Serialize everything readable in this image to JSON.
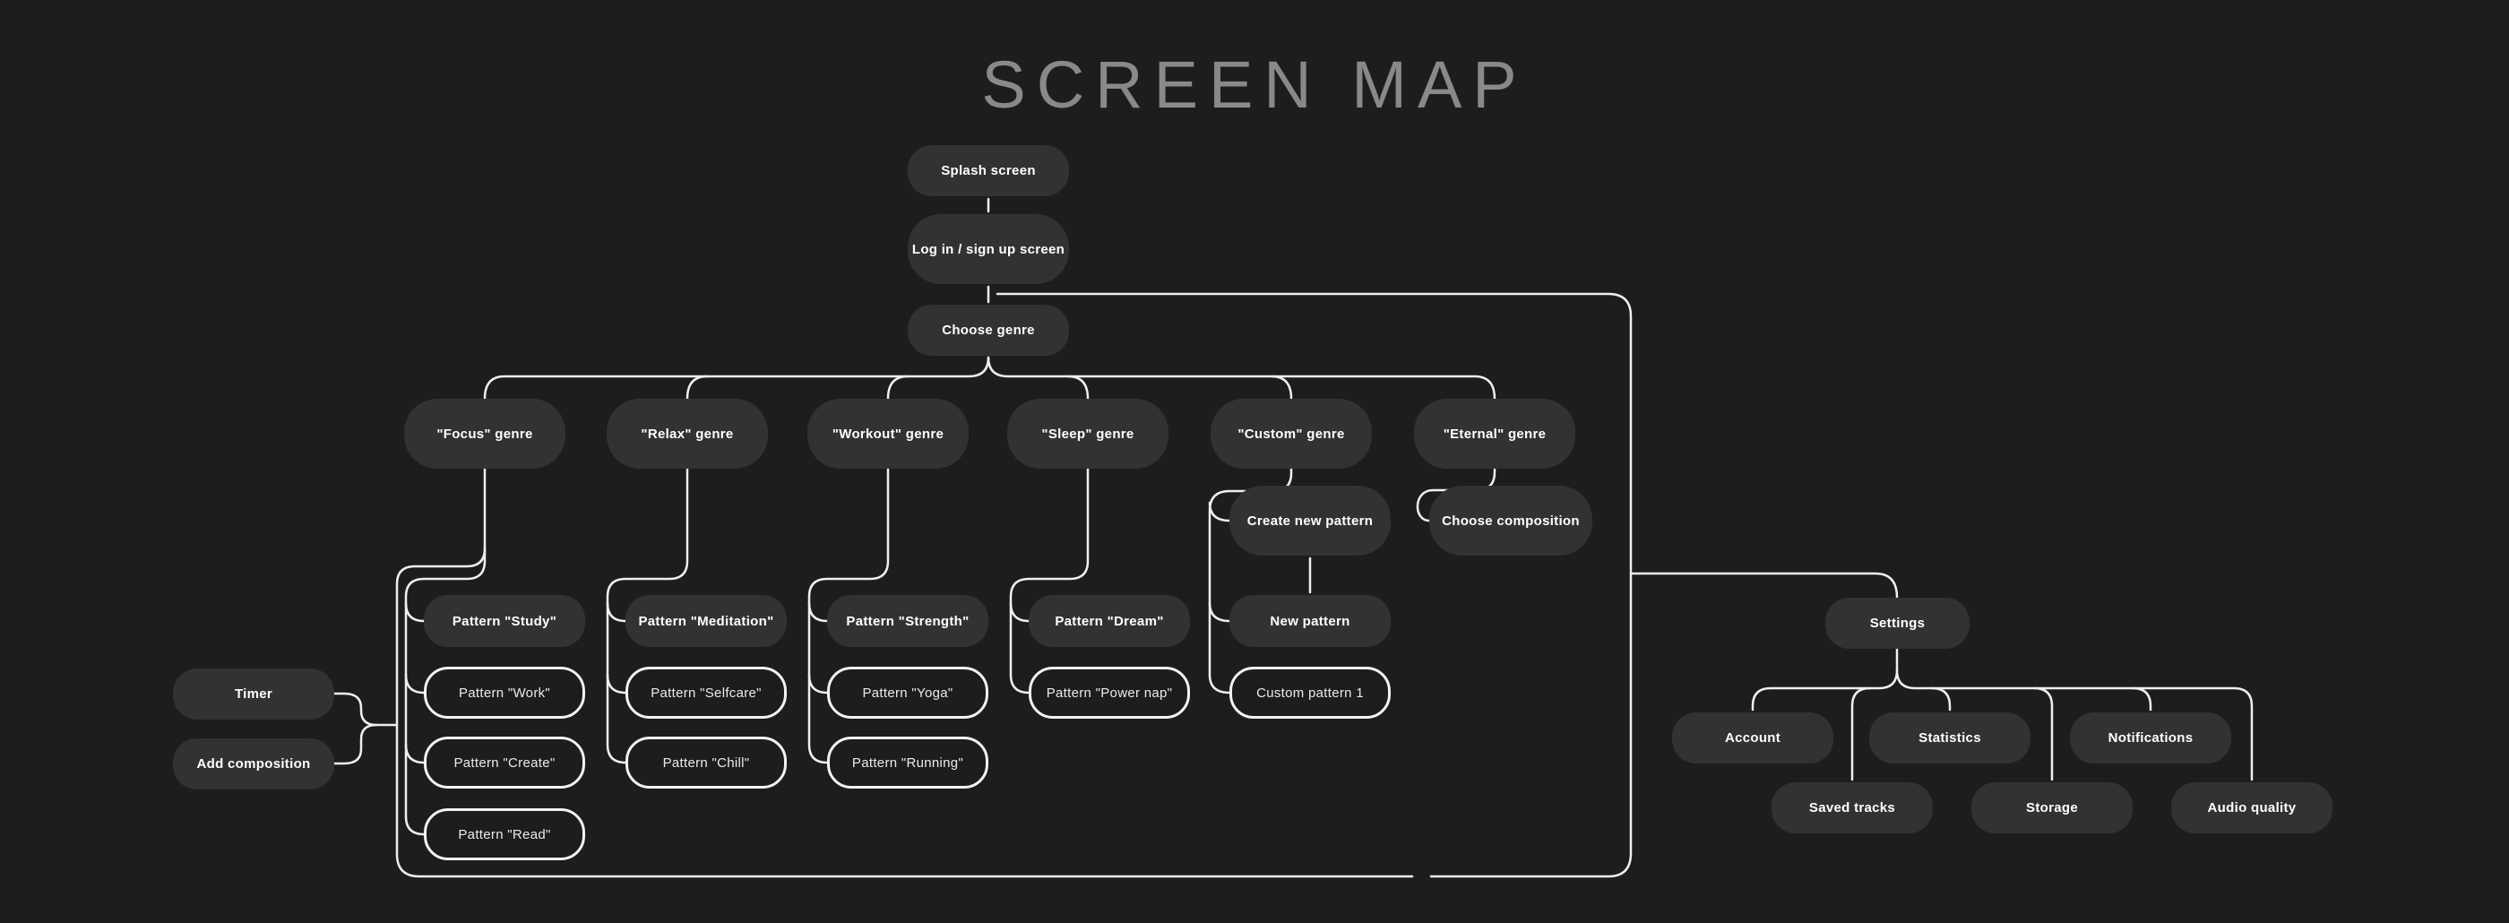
{
  "title": "SCREEN MAP",
  "colors": {
    "background": "#1e1d1d",
    "node_fill": "#333233",
    "outline_stroke": "#f3f3f3",
    "connector": "#efefef",
    "title_text": "#8b8888",
    "label_text": "#ffffff"
  },
  "nodes": {
    "splash": {
      "label": "Splash screen"
    },
    "login": {
      "label": "Log in /  sign up screen"
    },
    "choose_genre": {
      "label": "Choose genre"
    },
    "genre_focus": {
      "label": "\"Focus\" genre"
    },
    "genre_relax": {
      "label": "\"Relax\" genre"
    },
    "genre_workout": {
      "label": "\"Workout\" genre"
    },
    "genre_sleep": {
      "label": "\"Sleep\" genre"
    },
    "genre_custom": {
      "label": "\"Custom\" genre"
    },
    "genre_eternal": {
      "label": "\"Eternal\" genre"
    },
    "pattern_study": {
      "label": "Pattern \"Study\""
    },
    "pattern_work": {
      "label": "Pattern \"Work\""
    },
    "pattern_create": {
      "label": "Pattern \"Create\""
    },
    "pattern_read": {
      "label": "Pattern \"Read\""
    },
    "pattern_meditation": {
      "label": "Pattern \"Meditation\""
    },
    "pattern_selfcare": {
      "label": "Pattern \"Selfcare\""
    },
    "pattern_chill": {
      "label": "Pattern \"Chill\""
    },
    "pattern_strength": {
      "label": "Pattern \"Strength\""
    },
    "pattern_yoga": {
      "label": "Pattern \"Yoga\""
    },
    "pattern_running": {
      "label": "Pattern \"Running\""
    },
    "pattern_dream": {
      "label": "Pattern \"Dream\""
    },
    "pattern_powernap": {
      "label": "Pattern \"Power nap\""
    },
    "create_new_pattern": {
      "label": "Create new pattern"
    },
    "new_pattern": {
      "label": "New pattern"
    },
    "custom_pattern_1": {
      "label": "Custom pattern 1"
    },
    "choose_composition": {
      "label": "Choose composition"
    },
    "timer": {
      "label": "Timer"
    },
    "add_composition": {
      "label": "Add composition"
    },
    "settings": {
      "label": "Settings"
    },
    "account": {
      "label": "Account"
    },
    "statistics": {
      "label": "Statistics"
    },
    "notifications": {
      "label": "Notifications"
    },
    "saved_tracks": {
      "label": "Saved tracks"
    },
    "storage": {
      "label": "Storage"
    },
    "audio_quality": {
      "label": "Audio quality"
    }
  }
}
